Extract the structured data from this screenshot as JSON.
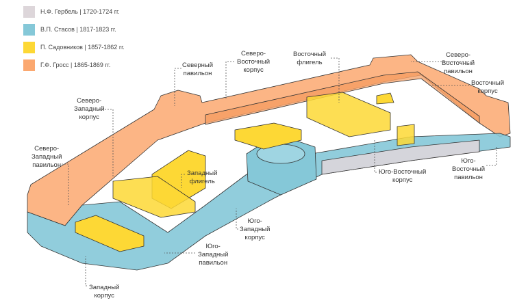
{
  "legend": [
    {
      "label": "Н.Ф. Гербель | 1720-1724 гг.",
      "color": "#ddd6da"
    },
    {
      "label": "В.П. Стасов | 1817-1823 гг.",
      "color": "#85c8d8"
    },
    {
      "label": "П. Садовников | 1857-1862 гг.",
      "color": "#fdd835"
    },
    {
      "label": "Г.Ф. Гросс | 1865-1869 гг.",
      "color": "#fba870"
    }
  ],
  "labels": {
    "north_pavilion": [
      "Северный",
      "павильон"
    ],
    "ne_building": [
      "Северо-",
      "Восточный",
      "корпус"
    ],
    "east_wing": [
      "Восточный",
      "флигель"
    ],
    "ne_pavilion": [
      "Северо-",
      "Восточный",
      "павильон"
    ],
    "east_building": [
      "Восточный",
      "корпус"
    ],
    "nw_building": [
      "Северо-",
      "Западный",
      "корпус"
    ],
    "nw_pavilion": [
      "Северо-",
      "Западный",
      "павильон"
    ],
    "west_wing": [
      "Западный",
      "флигель"
    ],
    "se_building": [
      "Юго-Восточный",
      "корпус"
    ],
    "se_pavilion": [
      "Юго-",
      "Восточный",
      "павильон"
    ],
    "sw_building": [
      "Юго-",
      "Западный",
      "корпус"
    ],
    "sw_pavilion": [
      "Юго-",
      "Западный",
      "павильон"
    ],
    "west_building": [
      "Западный",
      "корпус"
    ]
  }
}
